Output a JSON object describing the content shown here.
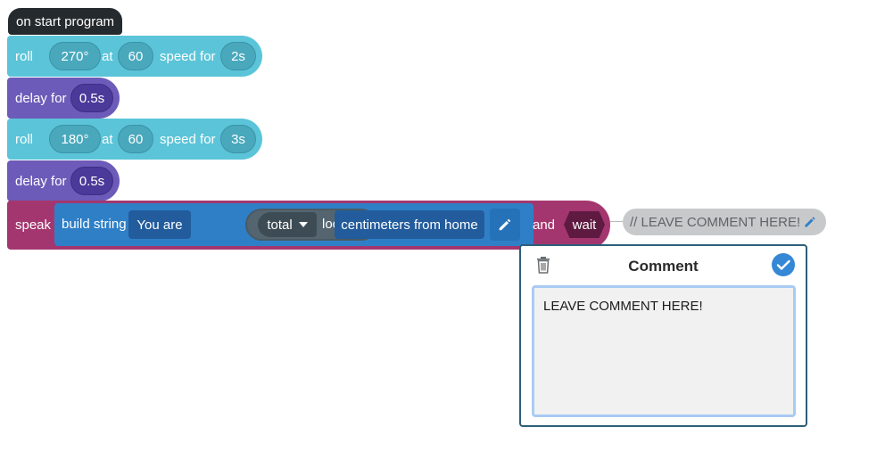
{
  "hat": {
    "label": "on start program"
  },
  "blocks": [
    {
      "type": "roll",
      "label": "roll",
      "heading": "270°",
      "at_label": "at",
      "speed": "60",
      "speed_for_label": "speed for",
      "duration": "2s"
    },
    {
      "type": "delay",
      "label": "delay for",
      "duration": "0.5s"
    },
    {
      "type": "roll",
      "label": "roll",
      "heading": "180°",
      "at_label": "at",
      "speed": "60",
      "speed_for_label": "speed for",
      "duration": "3s"
    },
    {
      "type": "delay",
      "label": "delay for",
      "duration": "0.5s"
    }
  ],
  "speak": {
    "label": "speak",
    "build_label": "build string",
    "part1": "You are",
    "select_value": "total",
    "location_label": "location",
    "part2": "centimeters from home",
    "and_label": "and",
    "wait_label": "wait"
  },
  "comment_tag": {
    "text": "// LEAVE COMMENT HERE!"
  },
  "comment_panel": {
    "title": "Comment",
    "text": "LEAVE COMMENT HERE!"
  },
  "colors": {
    "hat": "#252a2e",
    "roll": "#5bc4d8",
    "delay": "#6c5bb8",
    "speak": "#a4366f",
    "build": "#2f7fc7",
    "accent": "#3588d6"
  },
  "icons": [
    "pencil-icon",
    "chevron-down-icon",
    "trash-icon",
    "check-circle-icon"
  ]
}
